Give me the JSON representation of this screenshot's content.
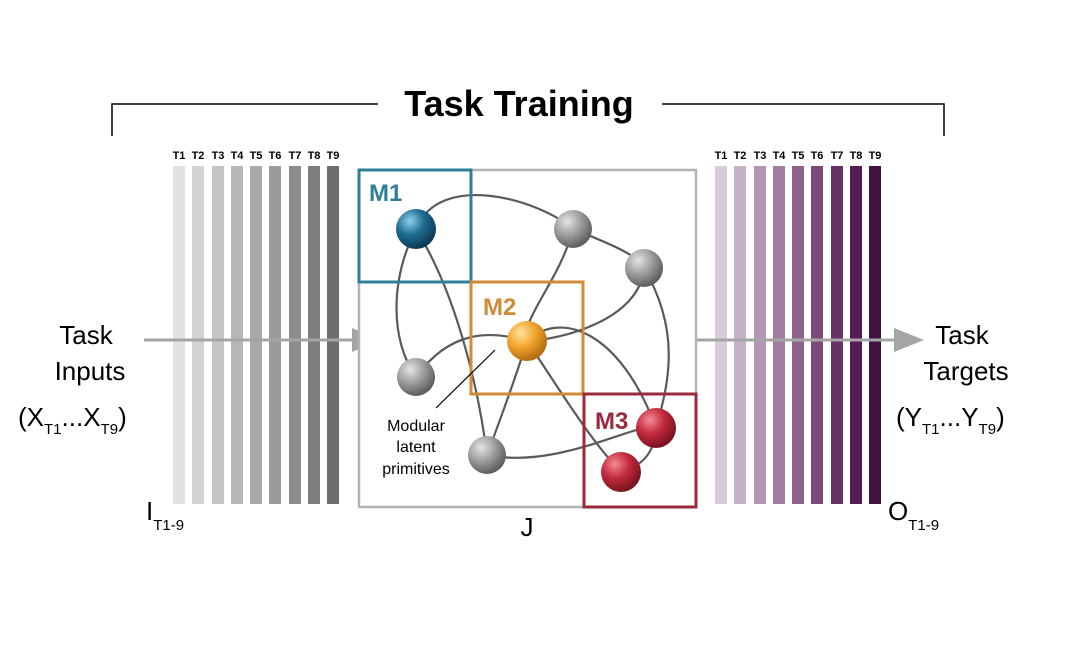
{
  "title": "Task Training",
  "task_labels": [
    "T1",
    "T2",
    "T3",
    "T4",
    "T5",
    "T6",
    "T7",
    "T8",
    "T9"
  ],
  "inputs": {
    "line1": "Task",
    "line2": "Inputs",
    "paren_open": "(",
    "x_start": "X",
    "x_start_sub": "T1",
    "ellipsis": "...",
    "x_end": "X",
    "x_end_sub": "T9",
    "paren_close": ")",
    "bank_label": "I",
    "bank_sub": "T1-9"
  },
  "targets": {
    "line1": "Task",
    "line2": "Targets",
    "paren_open": "(",
    "y_start": "Y",
    "y_start_sub": "T1",
    "ellipsis": "...",
    "y_end": "Y",
    "y_end_sub": "T9",
    "paren_close": ")",
    "bank_label": "O",
    "bank_sub": "T1-9"
  },
  "network_label": "J",
  "modules": [
    {
      "name": "M1",
      "color": "#2e7f97"
    },
    {
      "name": "M2",
      "color": "#d18a35"
    },
    {
      "name": "M3",
      "color": "#9a2a3c"
    }
  ],
  "annotation": [
    "Modular",
    "latent",
    "primitives"
  ],
  "colors": {
    "input_bars": [
      "#e2e2e2",
      "#d3d3d3",
      "#c5c5c5",
      "#b7b7b7",
      "#a9a9a9",
      "#9b9b9b",
      "#8c8c8c",
      "#7d7d7d",
      "#6e6e6e"
    ],
    "output_bars": [
      "#d9ccda",
      "#c6b1c6",
      "#b396b2",
      "#a17c9f",
      "#8e628b",
      "#7c4a78",
      "#693065",
      "#561b53",
      "#431043"
    ],
    "arrow": "#a5a5a5",
    "network_box": "#b3b3b3",
    "node_gray": "#8d8d8d",
    "node_m1": "#1f6d93",
    "node_m2": "#f2a72e",
    "node_m3": "#c22b3e"
  }
}
